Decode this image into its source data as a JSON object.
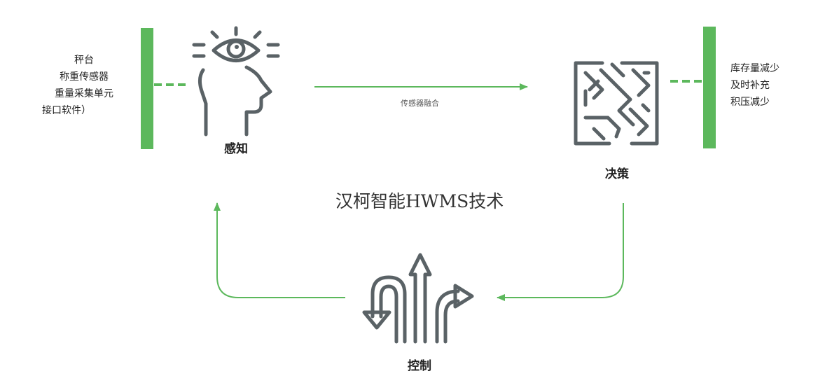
{
  "title": "汉柯智能HWMS技术",
  "colors": {
    "accent": "#5cb85c",
    "icon": "#5a6266",
    "text": "#222222"
  },
  "nodes": {
    "perception": {
      "label": "感知",
      "icon": "head-eye-icon"
    },
    "decision": {
      "label": "决策",
      "icon": "maze-icon"
    },
    "control": {
      "label": "控制",
      "icon": "direction-arrows-icon"
    }
  },
  "edge_label": "传感器融合",
  "left_note": [
    "秤台",
    "称重传感器",
    "重量采集单元",
    "接口软件）"
  ],
  "right_note": [
    "库存量减少",
    "及时补充",
    "积压减少"
  ]
}
